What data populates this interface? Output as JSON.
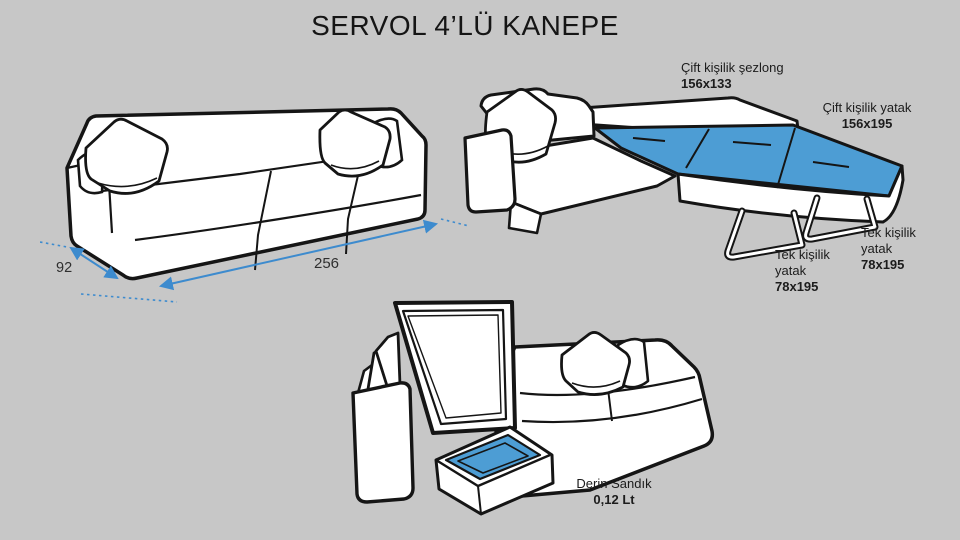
{
  "title": "SERVOL 4’LÜ KANEPE",
  "colors": {
    "background": "#c7c7c7",
    "outline": "#151515",
    "bed_blue": "#4d9dd4",
    "dimension_blue": "#3d8bce",
    "text": "#1c1c1c"
  },
  "sofa_closed": {
    "depth_label": "92",
    "width_label": "256"
  },
  "sofa_open": {
    "labels": {
      "chaise": {
        "line1": "Çift kişilik şezlong",
        "dim": "156x133"
      },
      "double_bed": {
        "line1": "Çift kişilik yatak",
        "dim": "156x195"
      },
      "single_left": {
        "line1": "Tek kişilik",
        "line2": "yatak",
        "dim": "78x195"
      },
      "single_right": {
        "line1": "Tek kişilik",
        "line2": "yatak",
        "dim": "78x195"
      }
    }
  },
  "sofa_storage": {
    "label": {
      "line1": "Derin Sandık",
      "dim": "0,12 Lt"
    }
  }
}
